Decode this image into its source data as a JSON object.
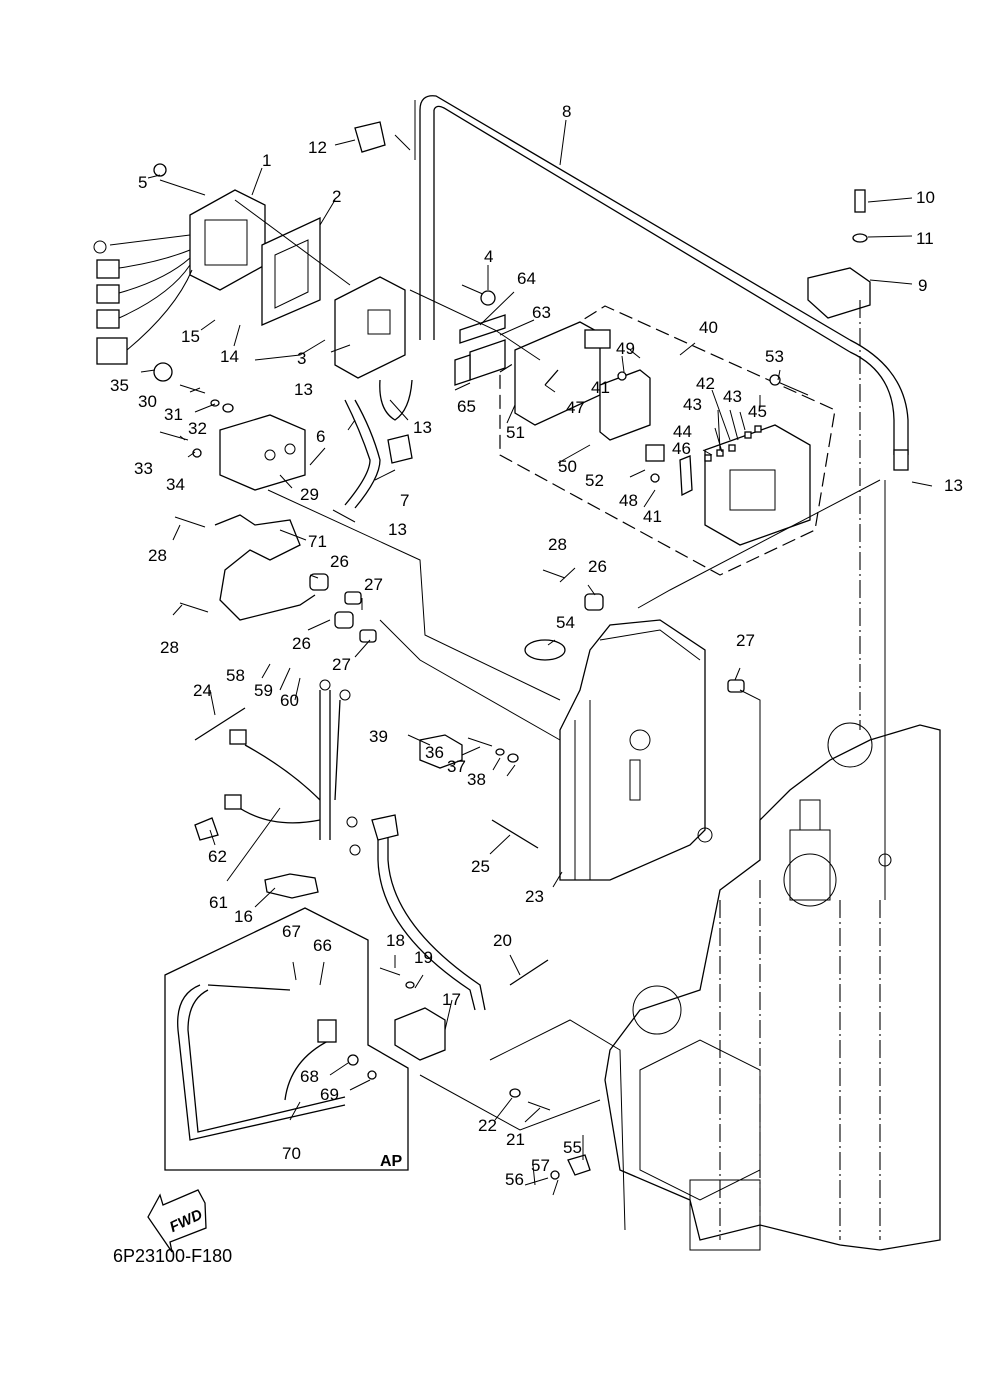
{
  "diagram": {
    "code": "6P23100-F180",
    "direction_label": "FWD",
    "variant_box_label": "AP",
    "callouts": [
      {
        "id": "1",
        "text": "1"
      },
      {
        "id": "2",
        "text": "2"
      },
      {
        "id": "3",
        "text": "3"
      },
      {
        "id": "4",
        "text": "4"
      },
      {
        "id": "5",
        "text": "5"
      },
      {
        "id": "6",
        "text": "6"
      },
      {
        "id": "7",
        "text": "7"
      },
      {
        "id": "8",
        "text": "8"
      },
      {
        "id": "9",
        "text": "9"
      },
      {
        "id": "10",
        "text": "10"
      },
      {
        "id": "11",
        "text": "11"
      },
      {
        "id": "12",
        "text": "12"
      },
      {
        "id": "13a",
        "text": "13"
      },
      {
        "id": "13b",
        "text": "13"
      },
      {
        "id": "13c",
        "text": "13"
      },
      {
        "id": "13d",
        "text": "13"
      },
      {
        "id": "14",
        "text": "14"
      },
      {
        "id": "15",
        "text": "15"
      },
      {
        "id": "16",
        "text": "16"
      },
      {
        "id": "17",
        "text": "17"
      },
      {
        "id": "18",
        "text": "18"
      },
      {
        "id": "19",
        "text": "19"
      },
      {
        "id": "20",
        "text": "20"
      },
      {
        "id": "21",
        "text": "21"
      },
      {
        "id": "22",
        "text": "22"
      },
      {
        "id": "23",
        "text": "23"
      },
      {
        "id": "24",
        "text": "24"
      },
      {
        "id": "25",
        "text": "25"
      },
      {
        "id": "26a",
        "text": "26"
      },
      {
        "id": "26b",
        "text": "26"
      },
      {
        "id": "26c",
        "text": "26"
      },
      {
        "id": "27a",
        "text": "27"
      },
      {
        "id": "27b",
        "text": "27"
      },
      {
        "id": "27c",
        "text": "27"
      },
      {
        "id": "28a",
        "text": "28"
      },
      {
        "id": "28b",
        "text": "28"
      },
      {
        "id": "28c",
        "text": "28"
      },
      {
        "id": "29",
        "text": "29"
      },
      {
        "id": "30",
        "text": "30"
      },
      {
        "id": "31",
        "text": "31"
      },
      {
        "id": "32",
        "text": "32"
      },
      {
        "id": "33",
        "text": "33"
      },
      {
        "id": "34",
        "text": "34"
      },
      {
        "id": "35",
        "text": "35"
      },
      {
        "id": "36",
        "text": "36"
      },
      {
        "id": "37",
        "text": "37"
      },
      {
        "id": "38",
        "text": "38"
      },
      {
        "id": "39",
        "text": "39"
      },
      {
        "id": "40",
        "text": "40"
      },
      {
        "id": "41a",
        "text": "41"
      },
      {
        "id": "41b",
        "text": "41"
      },
      {
        "id": "42",
        "text": "42"
      },
      {
        "id": "43a",
        "text": "43"
      },
      {
        "id": "43b",
        "text": "43"
      },
      {
        "id": "44",
        "text": "44"
      },
      {
        "id": "45",
        "text": "45"
      },
      {
        "id": "46",
        "text": "46"
      },
      {
        "id": "47",
        "text": "47"
      },
      {
        "id": "48",
        "text": "48"
      },
      {
        "id": "49",
        "text": "49"
      },
      {
        "id": "50",
        "text": "50"
      },
      {
        "id": "51",
        "text": "51"
      },
      {
        "id": "52",
        "text": "52"
      },
      {
        "id": "53",
        "text": "53"
      },
      {
        "id": "54",
        "text": "54"
      },
      {
        "id": "55",
        "text": "55"
      },
      {
        "id": "56",
        "text": "56"
      },
      {
        "id": "57",
        "text": "57"
      },
      {
        "id": "58",
        "text": "58"
      },
      {
        "id": "59",
        "text": "59"
      },
      {
        "id": "60",
        "text": "60"
      },
      {
        "id": "61",
        "text": "61"
      },
      {
        "id": "62",
        "text": "62"
      },
      {
        "id": "63",
        "text": "63"
      },
      {
        "id": "64",
        "text": "64"
      },
      {
        "id": "65",
        "text": "65"
      },
      {
        "id": "66",
        "text": "66"
      },
      {
        "id": "67",
        "text": "67"
      },
      {
        "id": "68",
        "text": "68"
      },
      {
        "id": "69",
        "text": "69"
      },
      {
        "id": "70",
        "text": "70"
      },
      {
        "id": "71",
        "text": "71"
      }
    ]
  }
}
